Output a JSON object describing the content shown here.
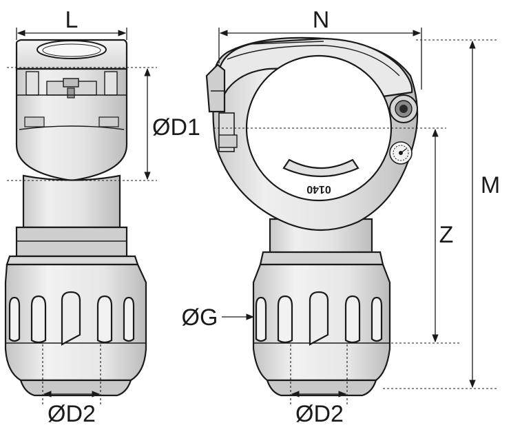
{
  "labels": {
    "L": "L",
    "N": "N",
    "M": "M",
    "D1": "ØD1",
    "Z": "Z",
    "G": "ØG",
    "D2_left": "ØD2",
    "D2_right": "ØD2"
  },
  "stamp_text": "0140",
  "colors": {
    "outline": "#1a1a1a",
    "body_light": "#f4f4f4",
    "body_mid": "#dcdcdc",
    "body_dark": "#b8b8b8",
    "band": "#d0d0d0"
  },
  "icons": {
    "pivot": "pivot-screw-icon",
    "dial": "date-dial-icon"
  }
}
